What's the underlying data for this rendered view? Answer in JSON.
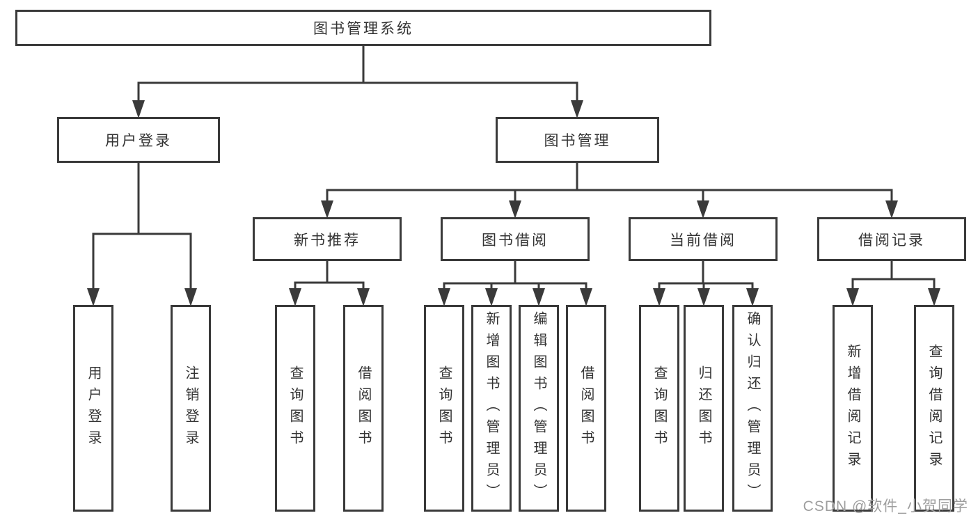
{
  "diagram": {
    "root": "图书管理系统",
    "level2": {
      "user_login": "用户登录",
      "book_mgmt": "图书管理"
    },
    "level3": {
      "new_book_rec": "新书推荐",
      "book_borrow": "图书借阅",
      "current_borrow": "当前借阅",
      "borrow_records": "借阅记录"
    },
    "leaves": {
      "user_login": [
        "用户登录",
        "注销登录"
      ],
      "new_book_rec": [
        "查询图书",
        "借阅图书"
      ],
      "book_borrow": [
        "查询图书",
        "新增图书（管理员）",
        "编辑图书（管理员）",
        "借阅图书"
      ],
      "current_borrow": [
        "查询图书",
        "归还图书",
        "确认归还（管理员）"
      ],
      "borrow_records": [
        "新增借阅记录",
        "查询借阅记录"
      ]
    }
  },
  "watermark": "CSDN @软件_小贺同学",
  "colors": {
    "line": "#3a3a3a",
    "text": "#333333",
    "watermark": "#9e9e9e",
    "background": "#ffffff"
  }
}
